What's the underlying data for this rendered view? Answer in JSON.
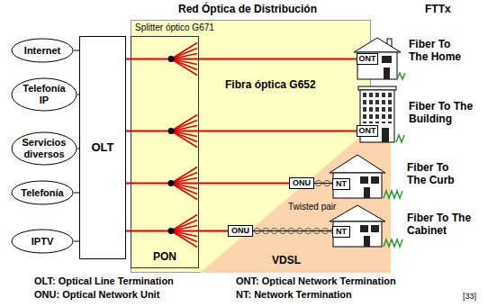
{
  "diagram": {
    "title": "Red Óptica de Distribución",
    "nodes": [
      {
        "text": [
          "Fibra óptica G652"
        ]
      },
      {
        "text": [
          "Internet"
        ]
      },
      {
        "text": [
          "Telefonía IP"
        ]
      },
      {
        "text": [
          "Servicios diversos"
        ]
      },
      {
        "text": [
          "Telefonía"
        ]
      },
      {
        "text": [
          "IPTV"
        ]
      },
      {
        "text": [
          "OLT"
        ]
      },
      {
        "text": [
          "Splitter óptico G671",
          "PON"
        ],
        "in": 0
      },
      {
        "text": [
          "ONT"
        ]
      },
      {
        "text": [
          "ONT"
        ]
      },
      {
        "text": [
          "VDSL"
        ]
      },
      {
        "text": [
          "ONU"
        ],
        "in": 10
      },
      {
        "text": [
          "NT"
        ],
        "in": 10
      },
      {
        "text": [
          "ONU"
        ],
        "in": 10
      },
      {
        "text": [
          "NT"
        ],
        "in": 10
      }
    ],
    "edges": [
      {
        "from": 1,
        "to": 6,
        "arrow": "none"
      },
      {
        "from": 2,
        "to": 6,
        "arrow": "none"
      },
      {
        "from": 3,
        "to": 6,
        "arrow": "none"
      },
      {
        "from": 4,
        "to": 6,
        "arrow": "none"
      },
      {
        "from": 5,
        "to": 6,
        "arrow": "none"
      },
      {
        "from": 6,
        "to": 8,
        "arrow": "none"
      },
      {
        "from": 6,
        "to": 9,
        "arrow": "none"
      },
      {
        "from": 6,
        "to": 11,
        "arrow": "none"
      },
      {
        "from": 6,
        "to": 13,
        "arrow": "none"
      },
      {
        "from": 11,
        "to": 12,
        "arrow": "none"
      },
      {
        "from": 13,
        "to": 14,
        "arrow": "none"
      }
    ],
    "labels": [
      "FTTx",
      "Fiber To The Home",
      "Fiber To The Building",
      "Fiber To The Curb",
      "Fiber To The Cabinet",
      "Twisted pair",
      "OLT: Optical Line Termination",
      "ONU: Optical Network Unit",
      "ONT: Optical Network Termination",
      "NT: Network Termination",
      "[33]"
    ]
  }
}
